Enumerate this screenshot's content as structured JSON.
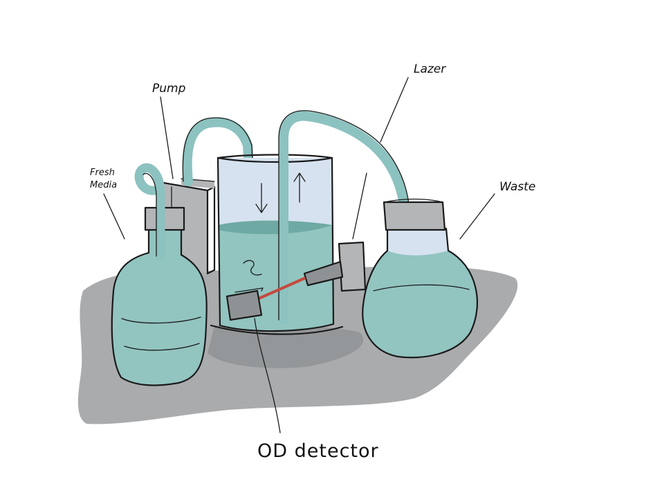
{
  "labels": {
    "pump": "Pump",
    "fresh_media_line1": "Fresh",
    "fresh_media_line2": "Media",
    "lazer": "Lazer",
    "waste": "Waste",
    "od_detector": "OD detector"
  },
  "colors": {
    "medium": "#92c4c0",
    "medium_dark": "#6fa9a4",
    "glass": "#d6e2ef",
    "tube": "#8cc2bf",
    "shadow": "#a9abad",
    "shadow_dark": "#8f9294",
    "lid": "#b3b5b7",
    "laser_beam": "#c4493c",
    "ink": "#1a1a1a"
  }
}
